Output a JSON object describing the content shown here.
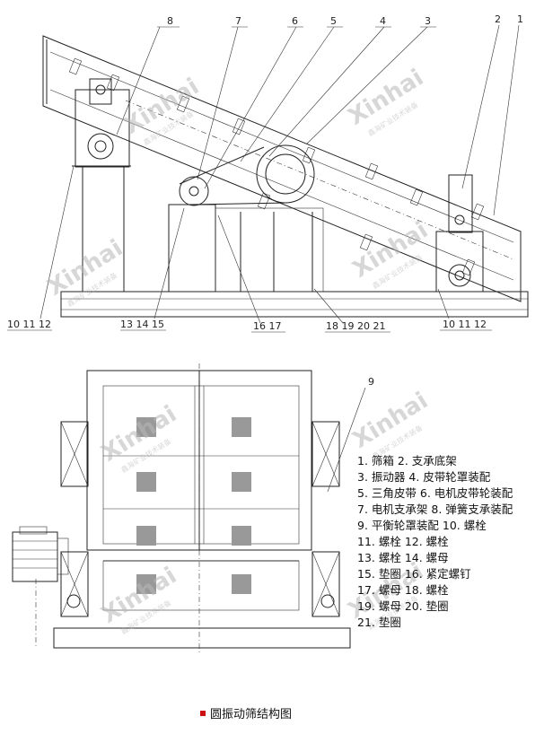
{
  "top_view": {
    "callouts_top": [
      "8",
      "7",
      "6",
      "5",
      "4",
      "3",
      "2",
      "1"
    ],
    "callouts_bottom": [
      {
        "text": "10  11  12"
      },
      {
        "text": "13  14  15"
      },
      {
        "text": "16  17"
      },
      {
        "text": "18  19  20  21"
      },
      {
        "text": "10  11  12"
      }
    ]
  },
  "bottom_view": {
    "callout": "9"
  },
  "watermark": {
    "brand": "Xinhai",
    "sub": "鑫海矿业技术装备"
  },
  "legend": [
    "1. 筛箱 2. 支承底架",
    "3. 振动器 4. 皮带轮罩装配",
    "5. 三角皮带 6. 电机皮带轮装配",
    "7. 电机支承架 8. 弹簧支承装配",
    "9. 平衡轮罩装配 10. 螺栓",
    "11. 螺栓 12. 螺栓",
    "13. 螺栓 14. 螺母",
    "15. 垫圈 16. 紧定螺钉",
    "17. 螺母 18. 螺栓",
    "19. 螺母 20. 垫圈",
    "21. 垫圈"
  ],
  "caption": {
    "text": "圆振动筛结构图",
    "marker_color": "#cc1010"
  }
}
